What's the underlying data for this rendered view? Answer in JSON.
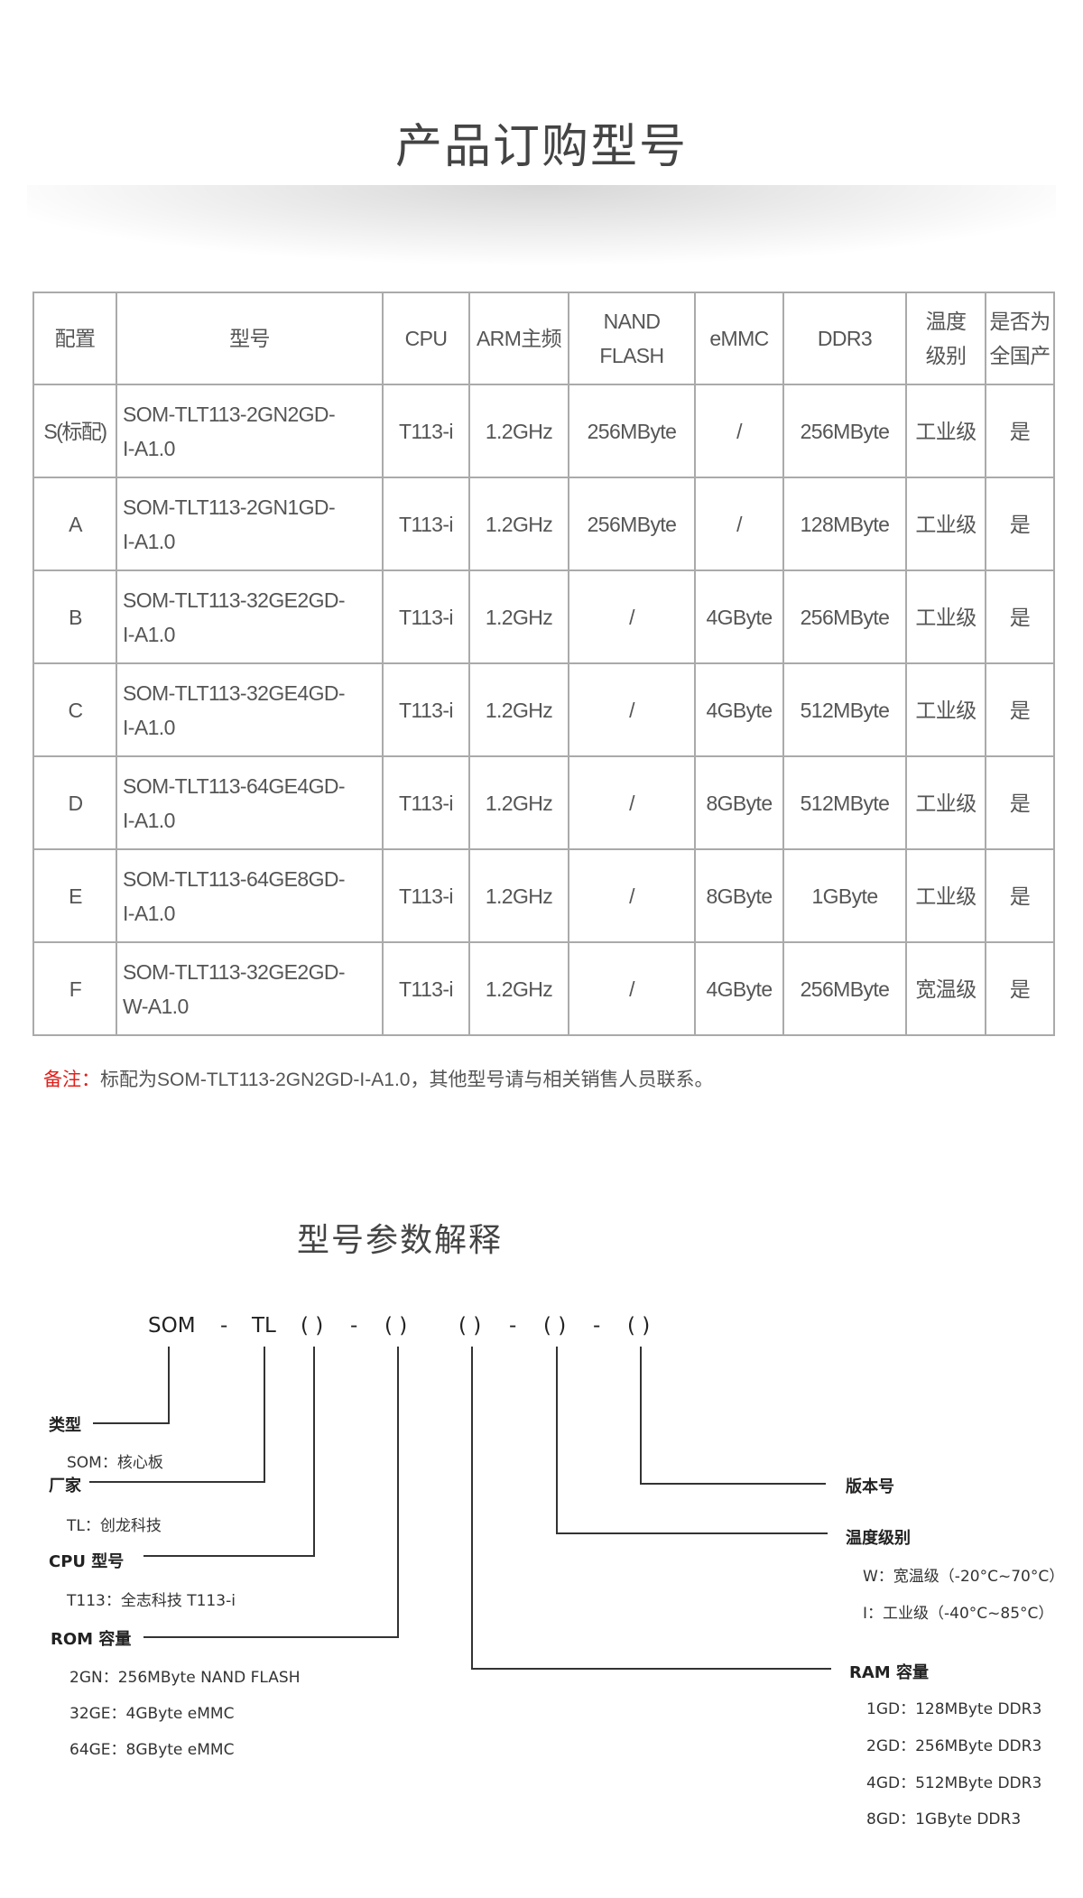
{
  "title": "产品订购型号",
  "table": {
    "headers": [
      "配置",
      "型号",
      "CPU",
      "ARM主频",
      "NAND FLASH",
      "eMMC",
      "DDR3",
      "温度级别",
      "是否为全国产"
    ],
    "rows": [
      {
        "config": "S(标配)",
        "model1": "SOM-TLT113-2GN2GD-",
        "model2": "I-A1.0",
        "cpu": "T113-i",
        "freq": "1.2GHz",
        "nand": "256MByte",
        "emmc": "/",
        "ddr": "256MByte",
        "temp": "工业级",
        "domestic": "是"
      },
      {
        "config": "A",
        "model1": "SOM-TLT113-2GN1GD-",
        "model2": "I-A1.0",
        "cpu": "T113-i",
        "freq": "1.2GHz",
        "nand": "256MByte",
        "emmc": "/",
        "ddr": "128MByte",
        "temp": "工业级",
        "domestic": "是"
      },
      {
        "config": "B",
        "model1": "SOM-TLT113-32GE2GD-",
        "model2": "I-A1.0",
        "cpu": "T113-i",
        "freq": "1.2GHz",
        "nand": "/",
        "emmc": "4GByte",
        "ddr": "256MByte",
        "temp": "工业级",
        "domestic": "是"
      },
      {
        "config": "C",
        "model1": "SOM-TLT113-32GE4GD-",
        "model2": "I-A1.0",
        "cpu": "T113-i",
        "freq": "1.2GHz",
        "nand": "/",
        "emmc": "4GByte",
        "ddr": "512MByte",
        "temp": "工业级",
        "domestic": "是"
      },
      {
        "config": "D",
        "model1": "SOM-TLT113-64GE4GD-",
        "model2": "I-A1.0",
        "cpu": "T113-i",
        "freq": "1.2GHz",
        "nand": "/",
        "emmc": "8GByte",
        "ddr": "512MByte",
        "temp": "工业级",
        "domestic": "是"
      },
      {
        "config": "E",
        "model1": "SOM-TLT113-64GE8GD-",
        "model2": "I-A1.0",
        "cpu": "T113-i",
        "freq": "1.2GHz",
        "nand": "/",
        "emmc": "8GByte",
        "ddr": "1GByte",
        "temp": "工业级",
        "domestic": "是"
      },
      {
        "config": "F",
        "model1": "SOM-TLT113-32GE2GD-",
        "model2": "W-A1.0",
        "cpu": "T113-i",
        "freq": "1.2GHz",
        "nand": "/",
        "emmc": "4GByte",
        "ddr": "256MByte",
        "temp": "宽温级",
        "domestic": "是"
      }
    ]
  },
  "note": {
    "label": "备注：",
    "text": "标配为SOM-TLT113-2GN2GD-I-A1.0，其他型号请与相关销售人员联系。"
  },
  "diagram": {
    "title": "型号参数解释",
    "code": {
      "som": "SOM",
      "dash": "-",
      "tl": "TL",
      "paren": "( )"
    },
    "type": {
      "label": "类型",
      "items": [
        "SOM：核心板"
      ]
    },
    "vendor": {
      "label": "厂家",
      "items": [
        "TL：创龙科技"
      ]
    },
    "cpu": {
      "label": "CPU 型号",
      "items": [
        "T113：全志科技 T113-i"
      ]
    },
    "rom": {
      "label": "ROM 容量",
      "items": [
        "2GN：256MByte NAND FLASH",
        "32GE：4GByte eMMC",
        "64GE：8GByte eMMC"
      ]
    },
    "version": {
      "label": "版本号"
    },
    "temp": {
      "label": "温度级别",
      "items": [
        "W：宽温级（-20°C~70°C）",
        "I：工业级（-40°C~85°C）"
      ]
    },
    "ram": {
      "label": "RAM 容量",
      "items": [
        "1GD：128MByte DDR3",
        "2GD：256MByte DDR3",
        "4GD：512MByte DDR3",
        "8GD：1GByte DDR3"
      ]
    }
  },
  "colors": {
    "accent": "#e0201b"
  }
}
